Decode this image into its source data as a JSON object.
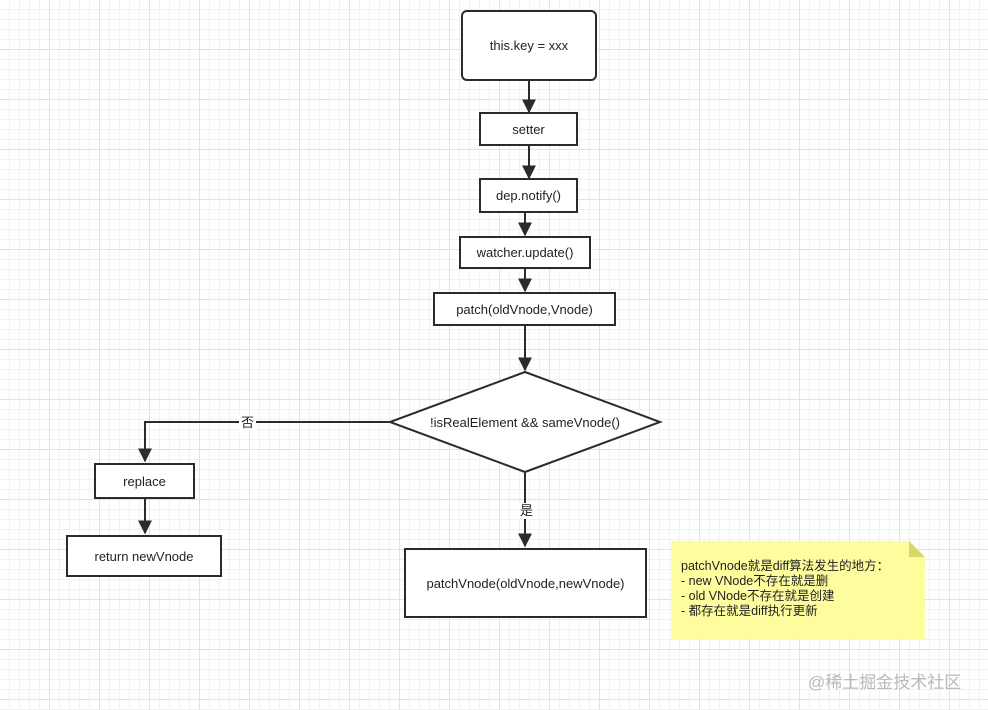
{
  "nodes": {
    "start": "this.key = xxx",
    "setter": "setter",
    "dep_notify": "dep.notify()",
    "watcher_update": "watcher.update()",
    "patch": "patch(oldVnode,Vnode)",
    "decision": "!isRealElement && sameVnode()",
    "replace": "replace",
    "return_new": "return newVnode",
    "patch_vnode": "patchVnode(oldVnode,newVnode)"
  },
  "edge_labels": {
    "no": "否",
    "yes": "是"
  },
  "note": {
    "lines": [
      "patchVnode就是diff算法发生的地方：",
      "- new VNode不存在就是删",
      "- old VNode不存在就是创建",
      "- 都存在就是diff执行更新"
    ]
  },
  "watermark": "@稀土掘金技术社区",
  "colors": {
    "stroke": "#2b2b2b",
    "note_bg": "#fdfd9e",
    "grid": "#e2e2e2",
    "watermark": "#b9b9b9"
  }
}
